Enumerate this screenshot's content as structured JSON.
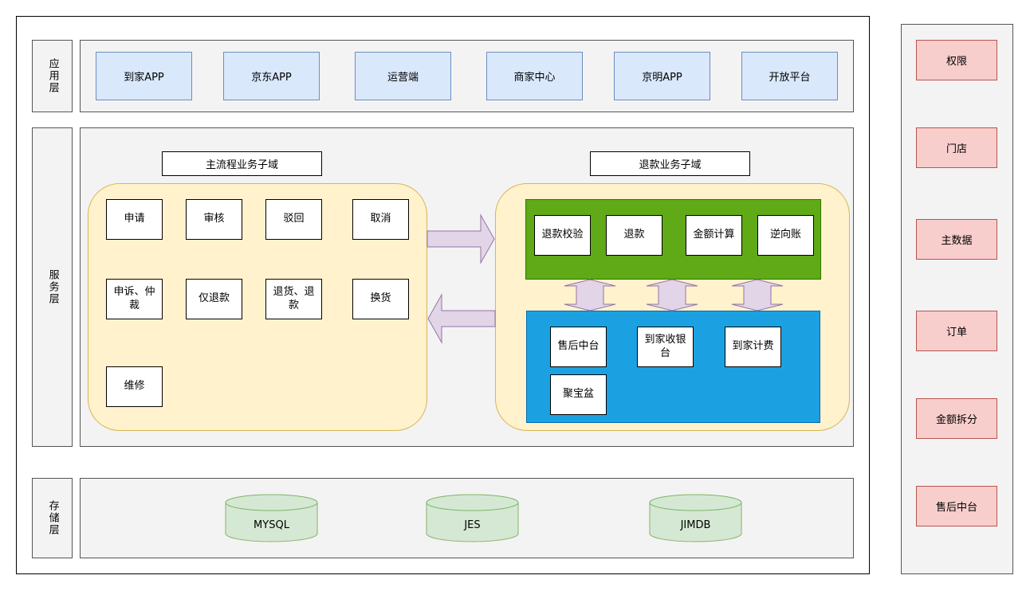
{
  "layers": {
    "app": "应用层",
    "service": "服务层",
    "storage": "存储层"
  },
  "apps": [
    "到家APP",
    "京东APP",
    "运营端",
    "商家中心",
    "京明APP",
    "开放平台"
  ],
  "main_domain": {
    "title": "主流程业务子域",
    "items": [
      "申请",
      "审核",
      "驳回",
      "取消",
      "申诉、仲裁",
      "仅退款",
      "退货、退款",
      "换货",
      "维修"
    ]
  },
  "refund_domain": {
    "title": "退款业务子域",
    "core": [
      "退款校验",
      "退款",
      "金额计算",
      "逆向账"
    ],
    "support": [
      "售后中台",
      "到家收银台",
      "到家计费",
      "聚宝盆"
    ]
  },
  "databases": [
    "MYSQL",
    "JES",
    "JIMDB"
  ],
  "side": [
    "权限",
    "门店",
    "主数据",
    "订单",
    "金额拆分",
    "售后中台"
  ],
  "colors": {
    "app_fill": "#dae8fc",
    "domain_fill": "#fff2cc",
    "green": "#60a917",
    "blue": "#1ba1e2",
    "side_fill": "#f8cecc",
    "db_fill": "#d5e8d4",
    "arrow_fill": "#e1d5e7"
  }
}
